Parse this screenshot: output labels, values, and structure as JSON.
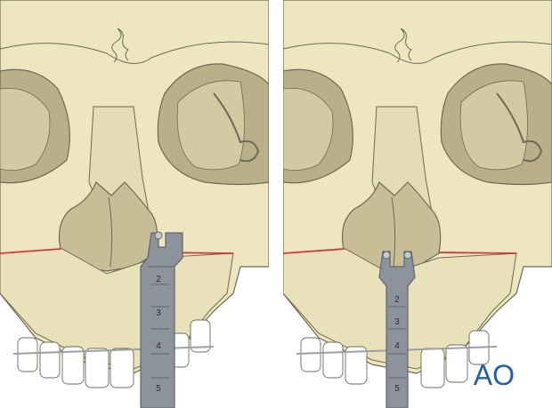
{
  "panels": [
    {
      "id": "left",
      "instrument": "depth gauge resting on one side of the piriform rim",
      "scale_marks": [
        "2",
        "3",
        "4",
        "5"
      ]
    },
    {
      "id": "right",
      "instrument": "depth gauge centered on nasal septum",
      "scale_marks": [
        "2",
        "3",
        "4",
        "5"
      ]
    }
  ],
  "logo": {
    "text": "AO"
  },
  "colors": {
    "bone": "#EDE6BF",
    "bone_shadow": "#C7BE96",
    "orbit_shadow": "#B9B08A",
    "outline": "#6E6A58",
    "osteotomy_line": "#D23A3A",
    "instrument": "#8C939C",
    "instrument_dark": "#5E656E",
    "braces": "#9AA0A8",
    "logo": "#1E5FAE"
  }
}
